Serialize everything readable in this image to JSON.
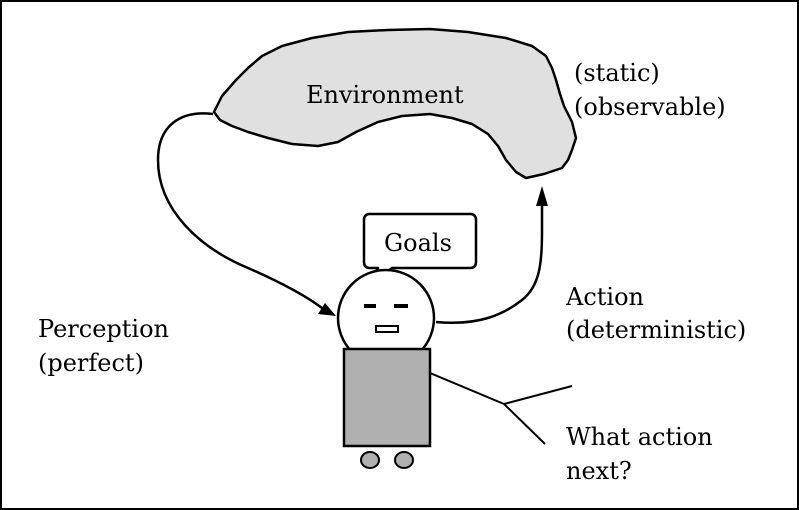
{
  "environment": {
    "label": "Environment",
    "properties": [
      "(static)",
      "(observable)"
    ]
  },
  "agent": {
    "thought_bubble": "Goals",
    "question": [
      "What action",
      "next?"
    ]
  },
  "perception": {
    "label": "Perception",
    "qualifier": "(perfect)"
  },
  "action": {
    "label": "Action",
    "qualifier": "(deterministic)"
  },
  "colors": {
    "environment_fill": "#e0e0e0",
    "body_fill": "#b0b0b0",
    "feet_fill": "#b0b0b0",
    "stroke": "#000000"
  }
}
